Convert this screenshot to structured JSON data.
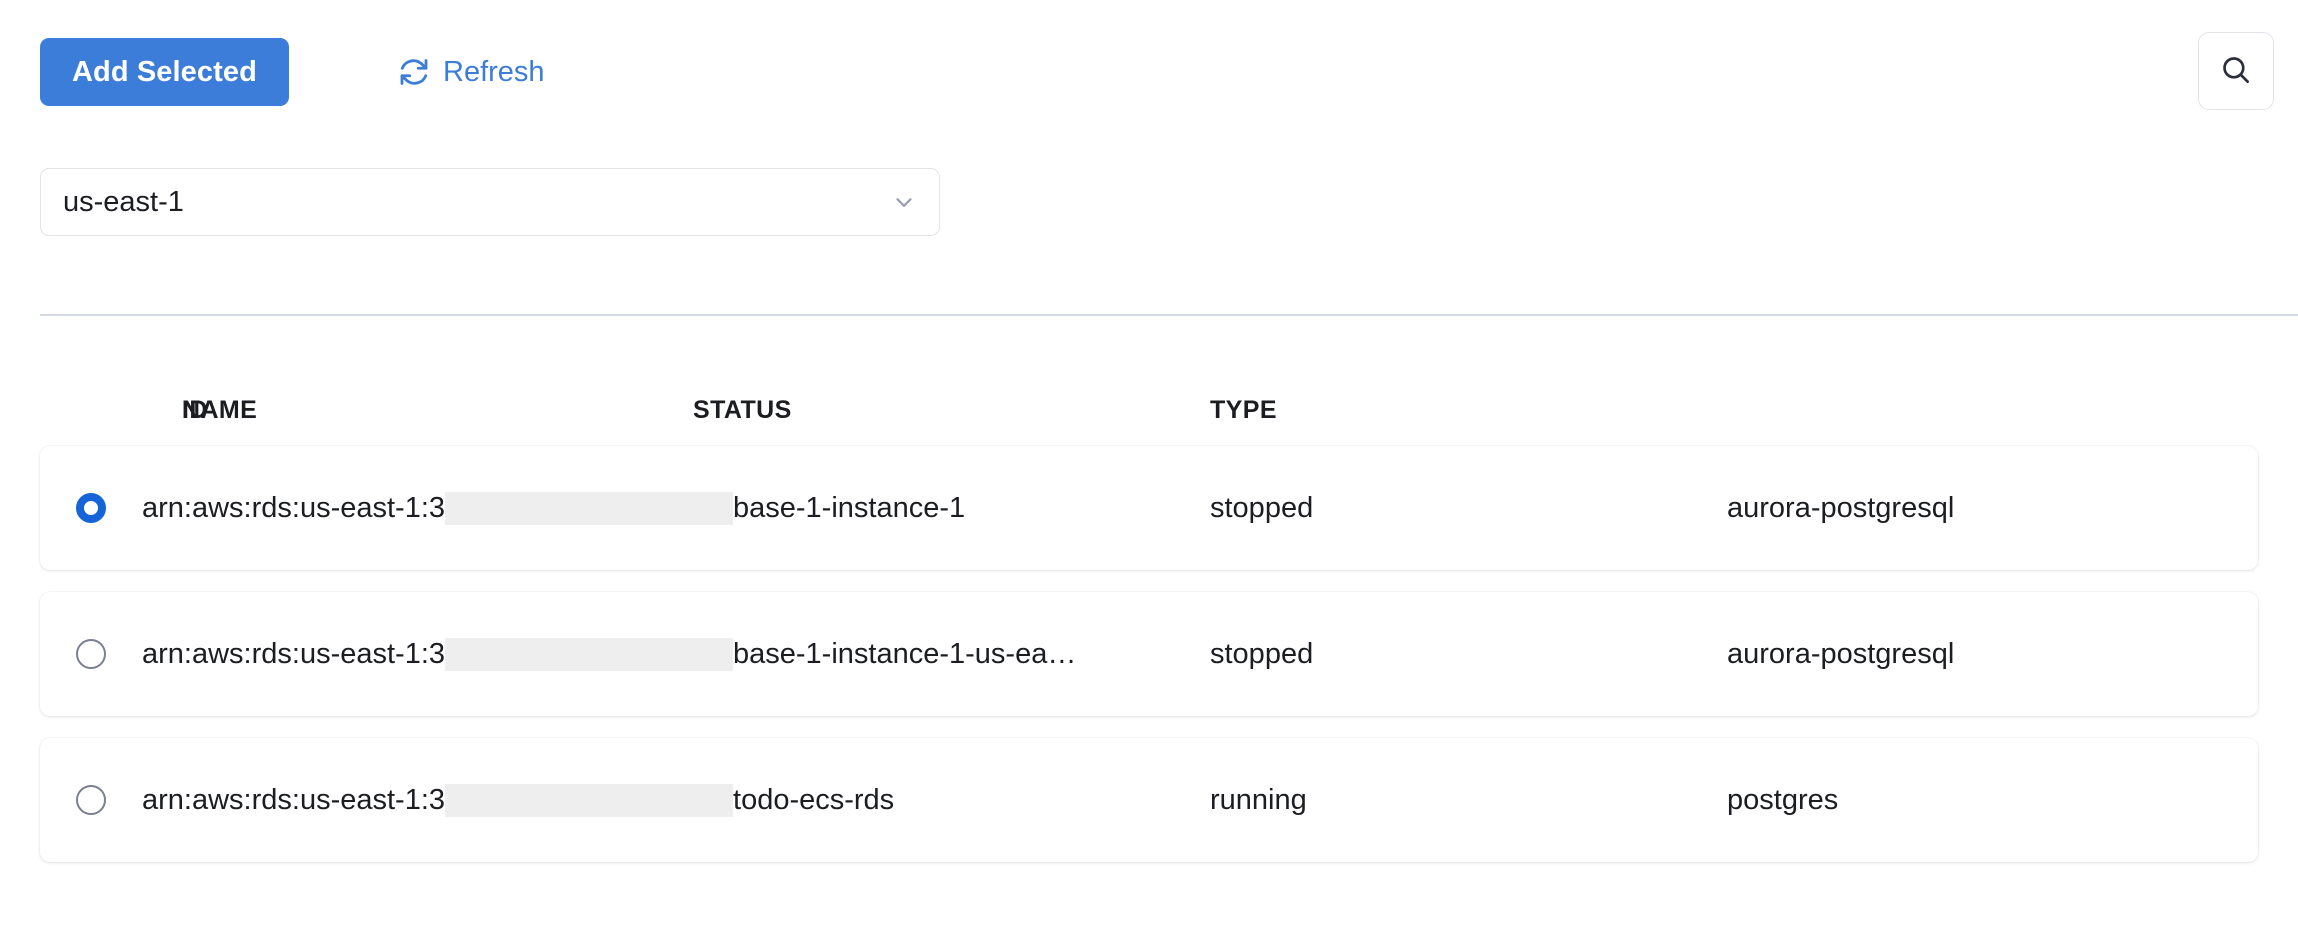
{
  "toolbar": {
    "add_selected_label": "Add Selected",
    "refresh_label": "Refresh",
    "refresh_icon": "refresh-icon",
    "search_icon": "search-icon",
    "accent_color": "#3b7dd8"
  },
  "region_select": {
    "value": "us-east-1",
    "chevron_icon": "chevron-down-icon",
    "options": [
      "us-east-1"
    ]
  },
  "table": {
    "columns": [
      "ID",
      "NAME",
      "STATUS",
      "TYPE"
    ],
    "rows": [
      {
        "selected": true,
        "id": "arn:aws:rds:us-east-1:3",
        "id_redacted_width": 288,
        "id_suffix": "base-1-instance-1",
        "name": "",
        "status": "stopped",
        "type": "aurora-postgresql"
      },
      {
        "selected": false,
        "id": "arn:aws:rds:us-east-1:3",
        "id_redacted_width": 288,
        "id_suffix": "base-1-instance-1-us-ea…",
        "name": "",
        "status": "stopped",
        "type": "aurora-postgresql"
      },
      {
        "selected": false,
        "id": "arn:aws:rds:us-east-1:3",
        "id_redacted_width": 288,
        "id_suffix": "todo-ecs-rds",
        "name": "",
        "status": "running",
        "type": "postgres"
      }
    ]
  },
  "colors": {
    "primary": "#3b7dd8",
    "radio_checked": "#1565d8",
    "radio_unchecked": "#7b7f95",
    "border": "#e2e4ea",
    "divider": "#d5dae3",
    "text": "#1b1d21",
    "redaction": "#eeeeee"
  }
}
